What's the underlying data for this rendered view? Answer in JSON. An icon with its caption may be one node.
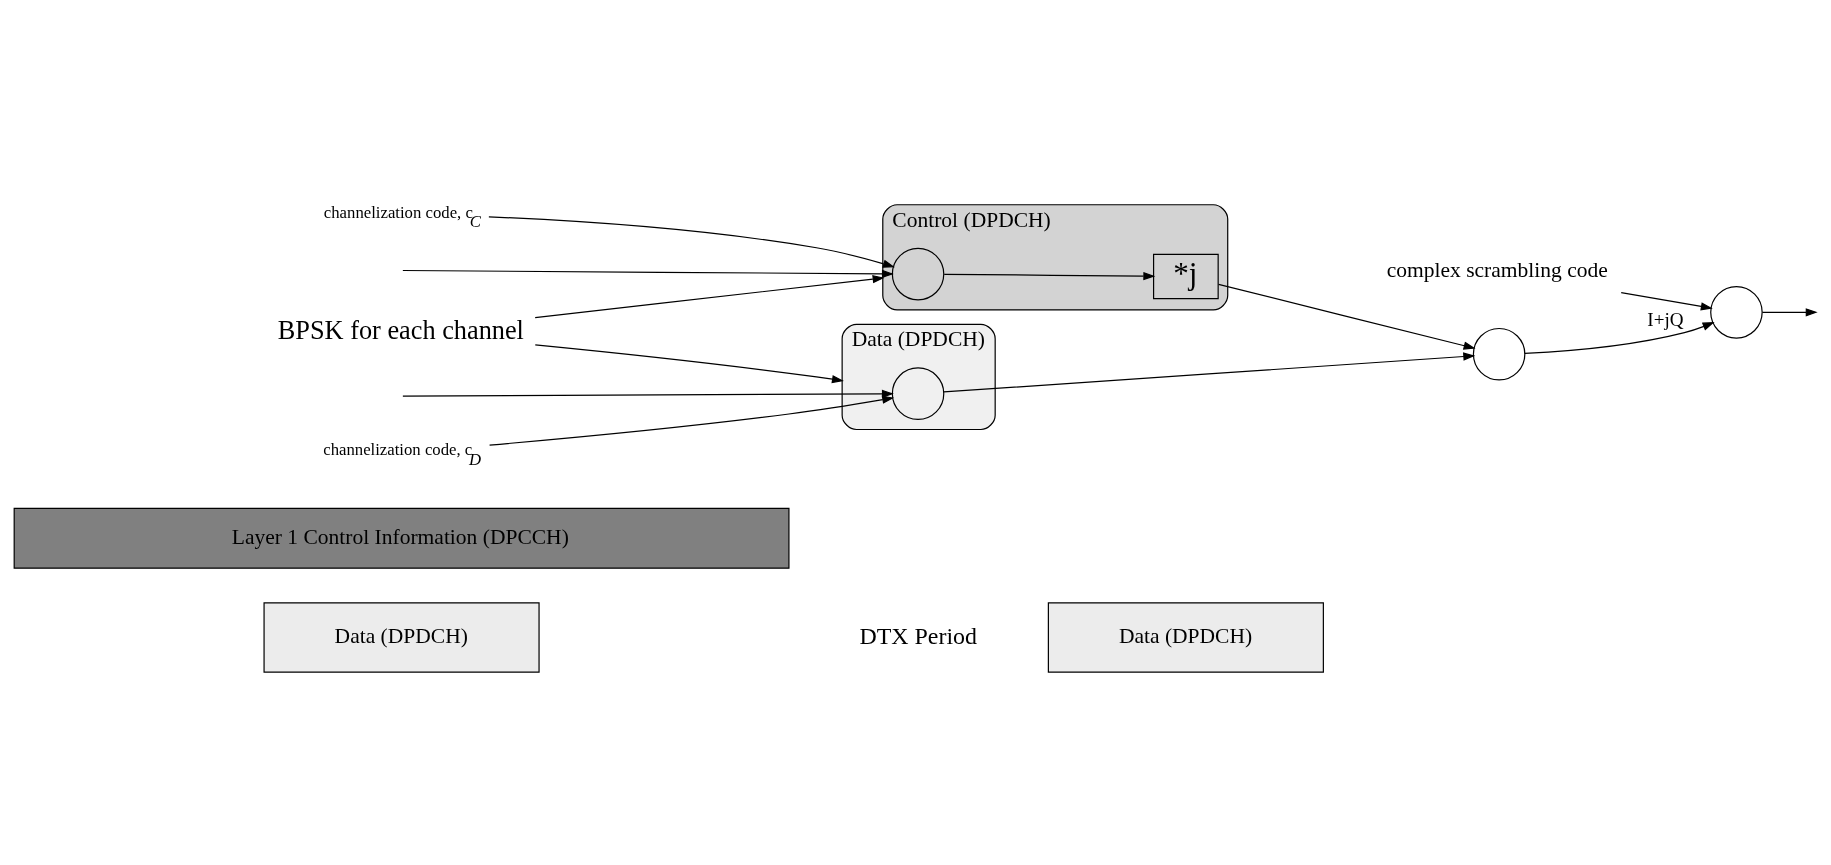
{
  "diagram": {
    "nodes": [
      {
        "text": [
          "Data (DPDCH)"
        ]
      },
      {
        "text": [
          "Data (DPDCH)"
        ]
      },
      {
        "text": [
          "Layer 1 Control Information (DPCCH)"
        ]
      },
      {
        "text": [
          "Data (DPDCH)"
        ]
      },
      {
        "text": [],
        "shape": "circle",
        "in": 3
      },
      {
        "text": [
          "Control (DPDCH)"
        ]
      },
      {
        "text": [],
        "shape": "circle",
        "in": 5
      },
      {
        "text": [
          "*j"
        ],
        "in": 5
      },
      {
        "text": [],
        "shape": "circle"
      },
      {
        "text": [],
        "shape": "circle"
      },
      {
        "text": [
          "channelization code, c$_{D}$"
        ]
      },
      {
        "text": [
          "channelization code, c$_{C}$"
        ]
      },
      {
        "text": [
          "complex scrambling code"
        ]
      },
      {
        "text": [
          "BPSK for each channel"
        ]
      }
    ],
    "edges": [
      {
        "from": null,
        "to": 4,
        "arrow": "to"
      },
      {
        "from": 10,
        "to": 4,
        "arrow": "to"
      },
      {
        "from": 4,
        "to": 8,
        "arrow": "to"
      },
      {
        "from": null,
        "to": 6,
        "arrow": "to"
      },
      {
        "from": 11,
        "to": 6,
        "arrow": "to"
      },
      {
        "from": 6,
        "to": 7,
        "arrow": "to"
      },
      {
        "from": 7,
        "to": 8,
        "arrow": "to"
      },
      {
        "from": 8,
        "to": 9,
        "arrow": "to",
        "label": "I+jQ"
      },
      {
        "from": 12,
        "to": 9,
        "arrow": "to"
      },
      {
        "from": 9,
        "to": null,
        "arrow": "to"
      },
      {
        "from": 13,
        "to": 3,
        "arrow": "to"
      },
      {
        "from": 13,
        "to": 5,
        "arrow": "to"
      }
    ],
    "labels": [
      "DTX Period"
    ]
  }
}
